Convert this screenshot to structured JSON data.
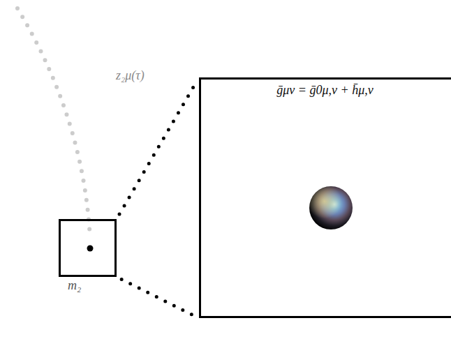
{
  "diagram": {
    "nodes": [
      {
        "text": [
          "m₂"
        ]
      },
      {
        "text": [
          "ḡμν = ḡ0μ,ν + h̄μ,ν"
        ]
      }
    ],
    "edges": [
      {
        "from": 0,
        "to": 1,
        "arrow": "none"
      },
      {
        "from": 0,
        "to": 1,
        "arrow": "none"
      }
    ],
    "labels": [
      "z₂μ(τ)"
    ]
  }
}
